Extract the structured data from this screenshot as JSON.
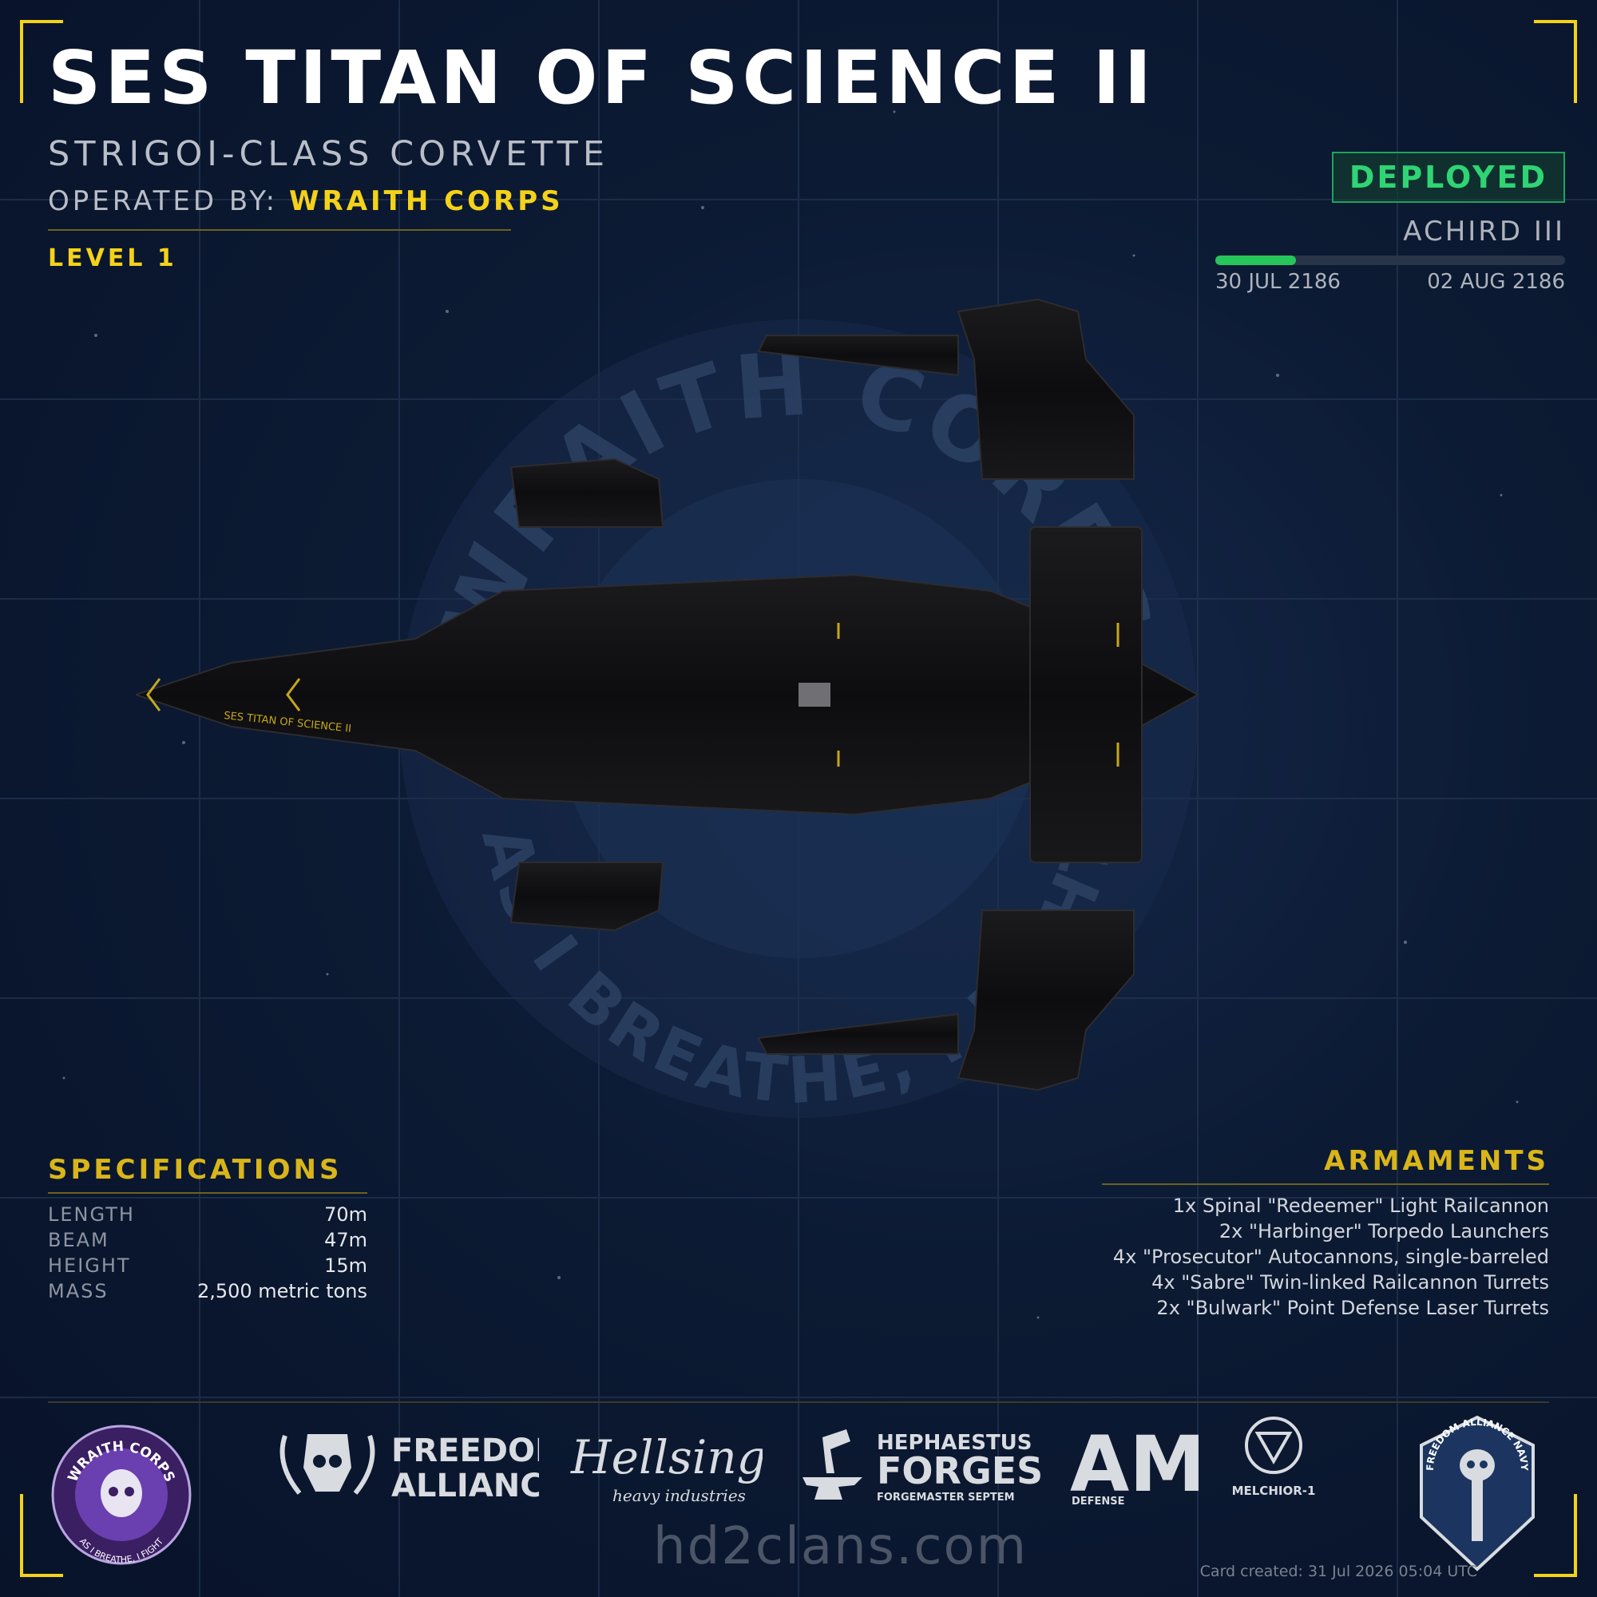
{
  "header": {
    "title": "SES TITAN OF SCIENCE II",
    "subtitle": "STRIGOI-CLASS CORVETTE",
    "operated_label": "OPERATED BY:",
    "operated_value": "WRAITH CORPS",
    "level": "LEVEL 1"
  },
  "status": {
    "badge": "DEPLOYED",
    "location": "ACHIRD III",
    "progress": 0.23,
    "date_start": "30 JUL 2186",
    "date_end": "02 AUG 2186",
    "colors": {
      "badge": "#2fd474",
      "bar": "#26c65a",
      "accent": "#f4d21a"
    }
  },
  "ship": {
    "hull_text": "SES TITAN OF SCIENCE II"
  },
  "watermark": {
    "top_text": "WRAITH CORPS",
    "bottom_text": "AS I BREATHE, I FIGHT"
  },
  "specifications": {
    "title": "SPECIFICATIONS",
    "rows": [
      {
        "label": "LENGTH",
        "value": "70m"
      },
      {
        "label": "BEAM",
        "value": "47m"
      },
      {
        "label": "HEIGHT",
        "value": "15m"
      },
      {
        "label": "MASS",
        "value": "2,500 metric tons"
      }
    ]
  },
  "armaments": {
    "title": "ARMAMENTS",
    "items": [
      "1x Spinal \"Redeemer\" Light Railcannon",
      "2x \"Harbinger\" Torpedo Launchers",
      "4x \"Prosecutor\" Autocannons, single-barreled",
      "4x \"Sabre\" Twin-linked Railcannon Turrets",
      "2x \"Bulwark\" Point Defense Laser Turrets"
    ]
  },
  "logos": {
    "wraith_corps": {
      "top": "WRAITH CORPS",
      "bottom": "AS I BREATHE, I FIGHT",
      "icon": "skull-emblem-icon"
    },
    "freedom_alliance": {
      "line1": "FREEDOM",
      "line2": "ALLIANCE",
      "icon": "skull-wreath-icon"
    },
    "hellsing": {
      "line1": "Hellsing",
      "line2": "heavy industries"
    },
    "hephaestus": {
      "line1": "HEPHAESTUS",
      "line2": "FORGES",
      "line3": "FORGEMASTER SEPTEM",
      "icon": "anvil-icon"
    },
    "am": {
      "line1": "AM",
      "line2": "DEFENSE"
    },
    "melchior": {
      "line1": "MELCHIOR-1",
      "icon": "aperture-icon"
    },
    "navy": {
      "text": "FREEDOM ALLIANCE NAVY",
      "icon": "shield-skull-icon"
    }
  },
  "footer": {
    "site": "hd2clans.com",
    "created": "Card created: 31 Jul 2026 05:04 UTC"
  }
}
